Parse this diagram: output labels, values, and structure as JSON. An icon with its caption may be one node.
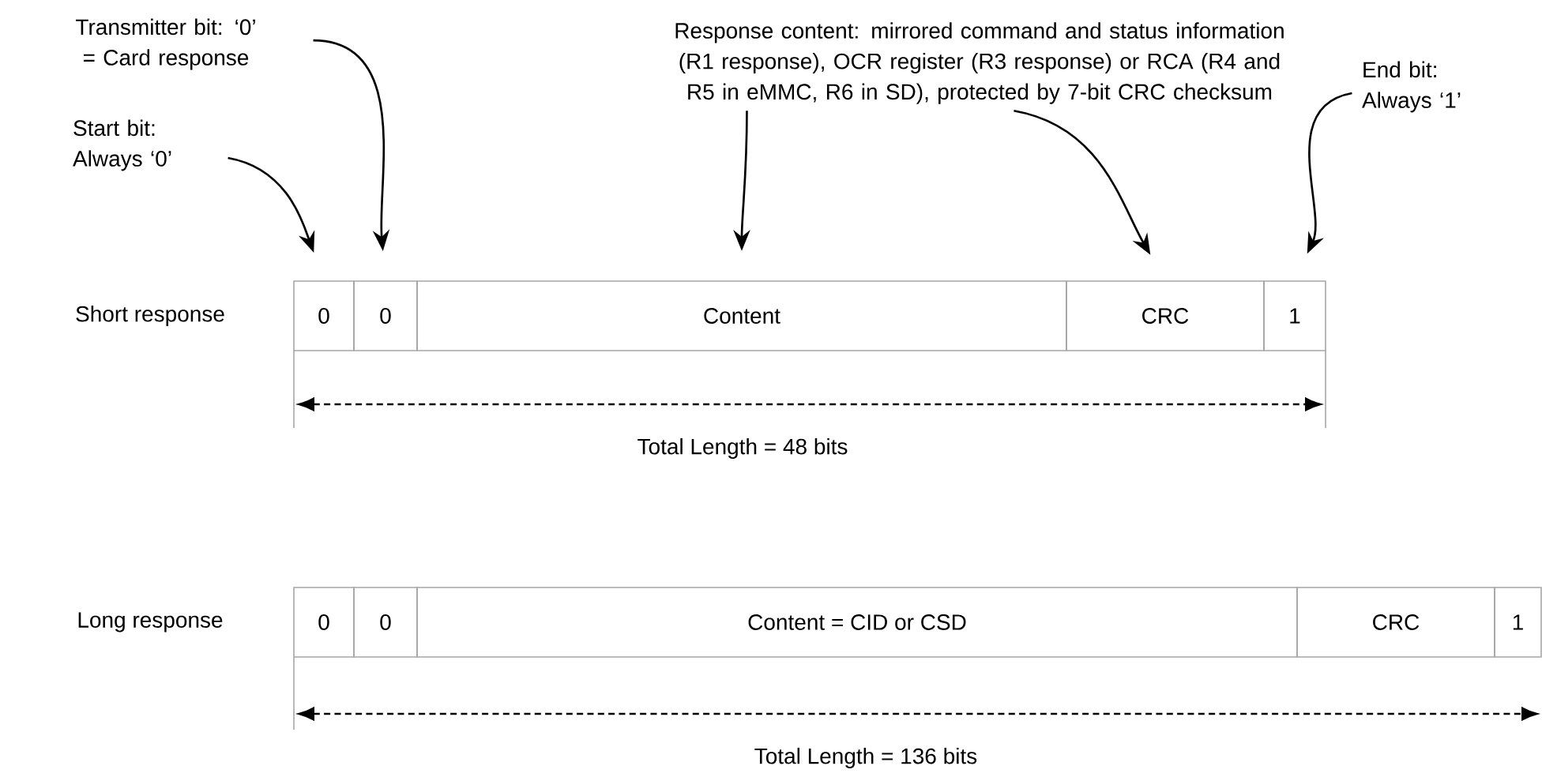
{
  "diagram": {
    "nodes": [
      {
        "text": [
          "Transmitter bit: ‘0’ = Card response"
        ]
      },
      {
        "text": [
          "Start bit: Always ‘0’"
        ]
      },
      {
        "text": [
          "Response content: mirrored command and status information (R1 response), OCR register (R3 response) or RCA (R4 and R5 in eMMC, R6 in SD), protected by 7-bit CRC checksum"
        ]
      },
      {
        "text": [
          "End bit: Always ‘1’"
        ]
      },
      {
        "text": [
          "0"
        ]
      },
      {
        "text": [
          "0"
        ]
      },
      {
        "text": [
          "Content"
        ]
      },
      {
        "text": [
          "CRC"
        ]
      },
      {
        "text": [
          "1"
        ]
      },
      {
        "text": [
          "0"
        ]
      },
      {
        "text": [
          "0"
        ]
      },
      {
        "text": [
          "Content = CID or CSD"
        ]
      },
      {
        "text": [
          "CRC"
        ]
      },
      {
        "text": [
          "1"
        ]
      }
    ],
    "edges": [
      {
        "from": 1,
        "to": 4,
        "arrow": "to"
      },
      {
        "from": 0,
        "to": 5,
        "arrow": "to"
      },
      {
        "from": 2,
        "to": 6,
        "arrow": "to"
      },
      {
        "from": 2,
        "to": 7,
        "arrow": "to"
      },
      {
        "from": 3,
        "to": 8,
        "arrow": "to"
      }
    ],
    "labels": [
      "Short response",
      "Total Length = 48 bits",
      "Long response",
      "Total Length = 136 bits"
    ]
  }
}
